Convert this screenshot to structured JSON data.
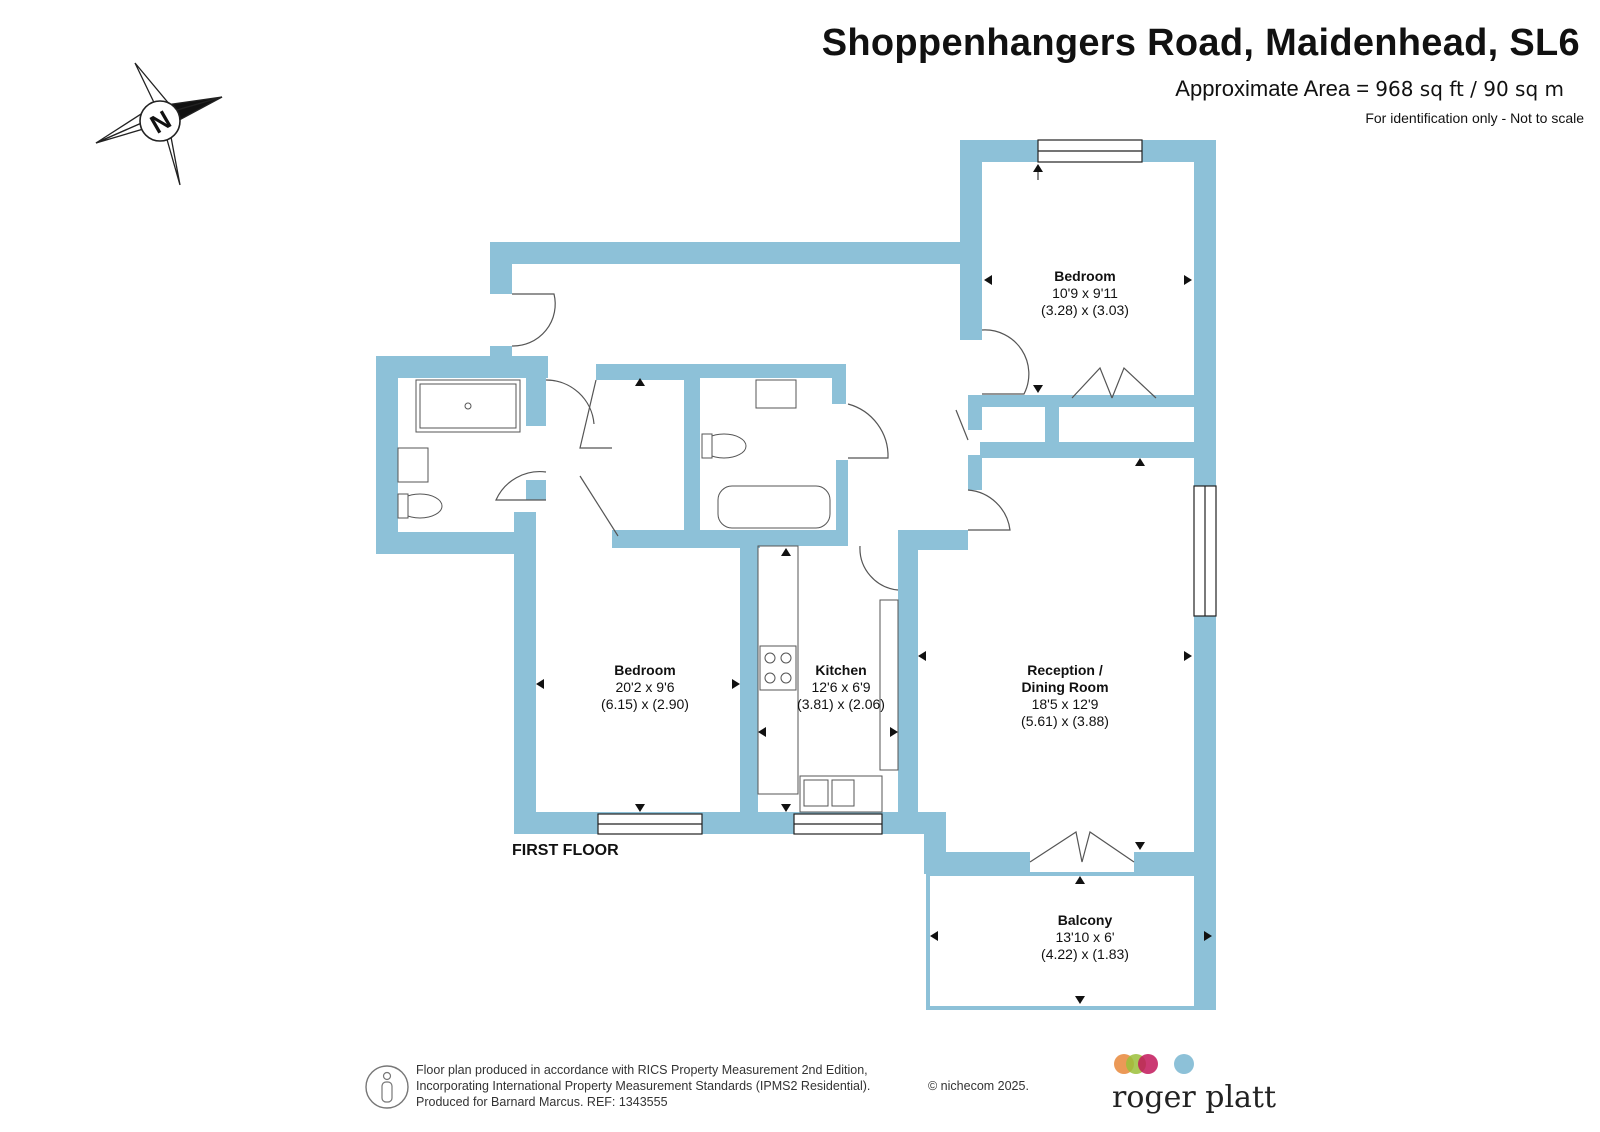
{
  "header": {
    "title": "Shoppenhangers Road, Maidenhead, SL6",
    "area_label": "Approximate Area =",
    "area_value": "968 sq ft / 90 sq m",
    "note": "For identification only - Not to scale"
  },
  "compass": {
    "letter": "N"
  },
  "floor_label": "FIRST FLOOR",
  "rooms": {
    "bedroom_top": {
      "name": "Bedroom",
      "imperial": "10'9 x 9'11",
      "metric": "(3.28) x (3.03)"
    },
    "bedroom_left": {
      "name": "Bedroom",
      "imperial": "20'2 x 9'6",
      "metric": "(6.15) x (2.90)"
    },
    "kitchen": {
      "name": "Kitchen",
      "imperial": "12'6 x 6'9",
      "metric": "(3.81) x (2.06)"
    },
    "reception": {
      "name_line1": "Reception /",
      "name_line2": "Dining Room",
      "imperial": "18'5 x 12'9",
      "metric": "(5.61) x (3.88)"
    },
    "balcony": {
      "name": "Balcony",
      "imperial": "13'10 x 6'",
      "metric": "(4.22) x (1.83)"
    }
  },
  "footer": {
    "line1": "Floor plan produced in accordance with RICS Property Measurement 2nd Edition,",
    "line2": "Incorporating International Property Measurement Standards (IPMS2 Residential).",
    "line3": "Produced for Barnard Marcus.   REF: 1343555",
    "copyright": "© nichecom 2025.",
    "brand": "roger platt"
  },
  "colors": {
    "wall": "#8dc1d8",
    "dot1": "#e8873a",
    "dot2": "#9bbf3a",
    "dot3": "#c2185b",
    "dot4": "#8dc1d8"
  }
}
